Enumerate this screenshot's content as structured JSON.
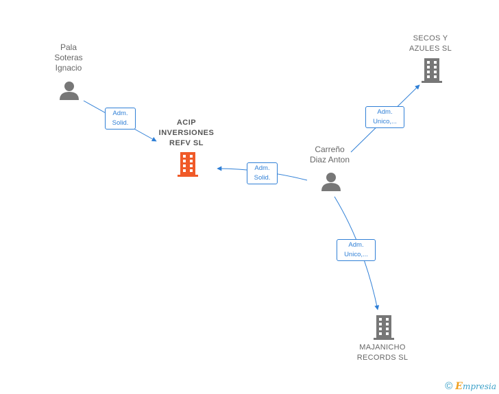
{
  "nodes": {
    "pala": {
      "lines": [
        "Pala",
        "Soteras",
        "Ignacio"
      ],
      "kind": "person"
    },
    "acip": {
      "lines": [
        "ACIP",
        "INVERSIONES",
        "REFV  SL"
      ],
      "kind": "company-focus"
    },
    "carreno": {
      "lines": [
        "Carreño",
        "Diaz Anton"
      ],
      "kind": "person"
    },
    "secos": {
      "lines": [
        "SECOS Y",
        "AZULES  SL"
      ],
      "kind": "company"
    },
    "majanicho": {
      "lines": [
        "MAJANICHO",
        "RECORDS  SL"
      ],
      "kind": "company"
    }
  },
  "edges": {
    "pala_acip": [
      "Adm.",
      "Solid."
    ],
    "carreno_acip": [
      "Adm.",
      "Solid."
    ],
    "carreno_secos": [
      "Adm.",
      "Unico,..."
    ],
    "carreno_majanicho": [
      "Adm.",
      "Unico,..."
    ]
  },
  "colors": {
    "person_icon": "#777777",
    "company_icon": "#777777",
    "focus_icon": "#f05a28",
    "edge": "#2f7fd6"
  },
  "footer": {
    "copyright": "©",
    "brand_first": "E",
    "brand_rest": "mpresia"
  }
}
